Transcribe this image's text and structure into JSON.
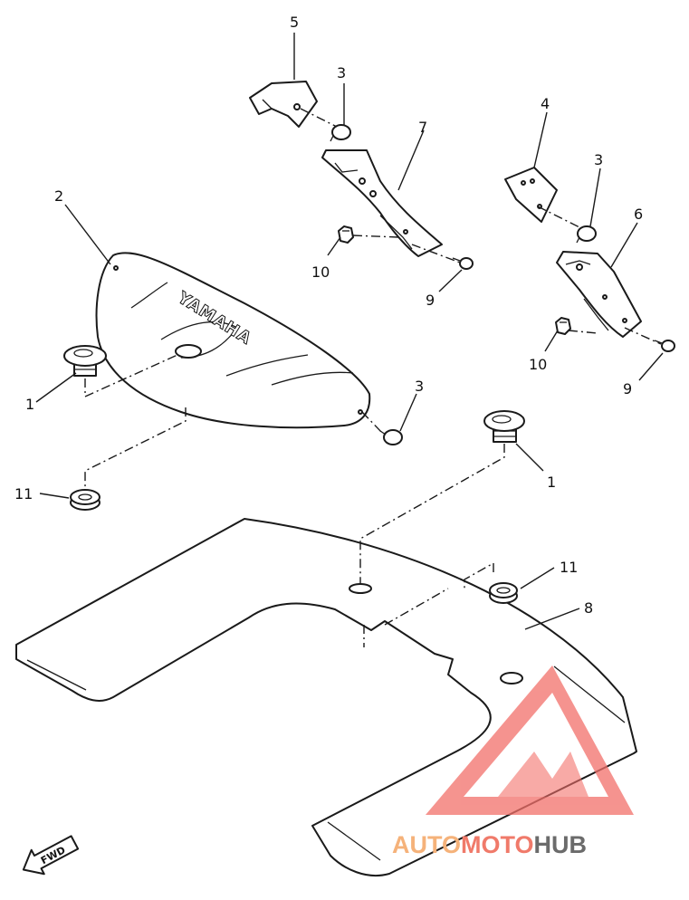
{
  "callouts": {
    "c1_left": "1",
    "c1_right": "1",
    "c2": "2",
    "c3_top": "3",
    "c3_right": "3",
    "c3_cowl": "3",
    "c4": "4",
    "c5": "5",
    "c6": "6",
    "c7": "7",
    "c8": "8",
    "c9_left": "9",
    "c9_right": "9",
    "c10_left": "10",
    "c10_right": "10",
    "c11_left": "11",
    "c11_right": "11"
  },
  "cowling_logo": "YAMAHA",
  "fwd_label": "FWD",
  "watermark": {
    "part1": "AUTO",
    "part2": "MOTO",
    "part3": "HUB",
    "colors": {
      "part1": "#f5b27a",
      "part2": "#f07a6a",
      "part3": "#6b6b6b",
      "logo": "#f2706a"
    }
  }
}
